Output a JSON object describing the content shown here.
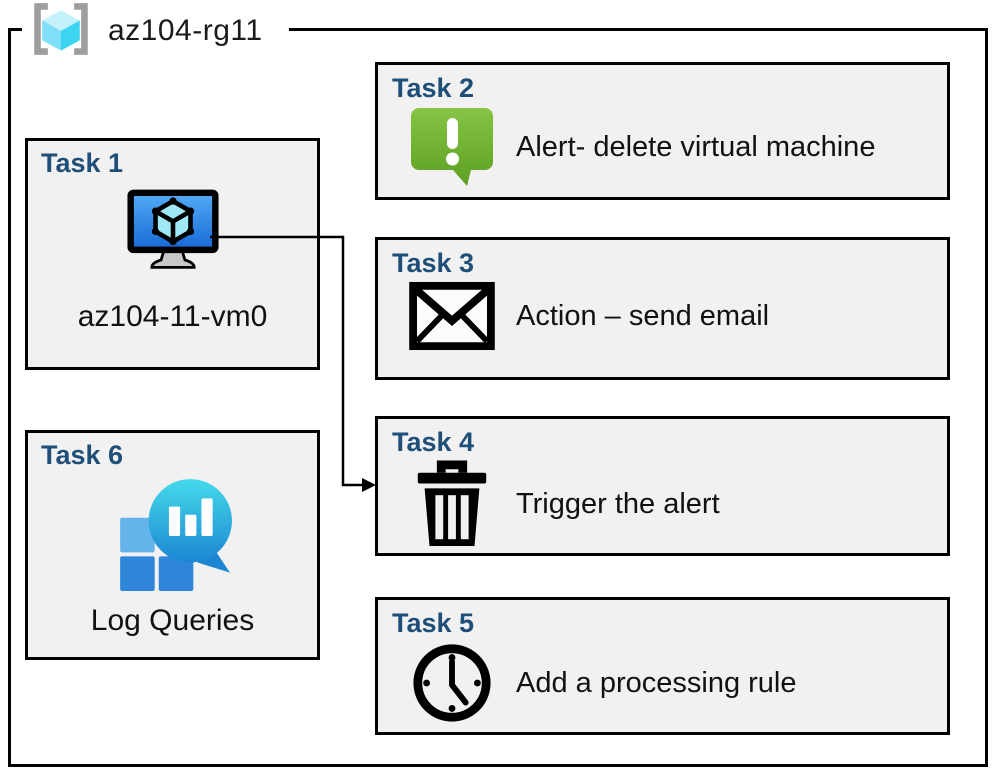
{
  "header": {
    "title": "az104-rg11",
    "icon": "resource-group-icon"
  },
  "tasks": [
    {
      "title": "Task 1",
      "label": "az104-11-vm0",
      "icon": "virtual-machine-icon"
    },
    {
      "title": "Task 2",
      "label": "Alert- delete virtual machine",
      "icon": "alert-icon"
    },
    {
      "title": "Task 3",
      "label": "Action – send email",
      "icon": "email-envelope-icon"
    },
    {
      "title": "Task 4",
      "label": "Trigger the alert",
      "icon": "trash-icon"
    },
    {
      "title": "Task 5",
      "label": "Add a processing rule",
      "icon": "clock-icon"
    },
    {
      "title": "Task 6",
      "label": "Log Queries",
      "icon": "log-analytics-icon"
    }
  ],
  "connector": {
    "from": "Task 1 virtual machine",
    "to": "Task 4",
    "style": "elbow-arrow"
  },
  "colors": {
    "task_title_navy": "#1F4E79",
    "box_fill": "#F1F1F1",
    "border_black": "#000000",
    "alert_green_top": "#86C544",
    "alert_green_bottom": "#5C9F24",
    "vm_screen_blue_top": "#54ACF7",
    "vm_screen_blue_bottom": "#1668D6",
    "cube_cyan": "#3BD4F1",
    "bracket_gray": "#9E9E9E",
    "log_teal_top": "#45DAEA",
    "log_blue_bottom": "#1C86D2",
    "log_square_light": "#64B4EB",
    "log_square_dark": "#2F86D9"
  }
}
